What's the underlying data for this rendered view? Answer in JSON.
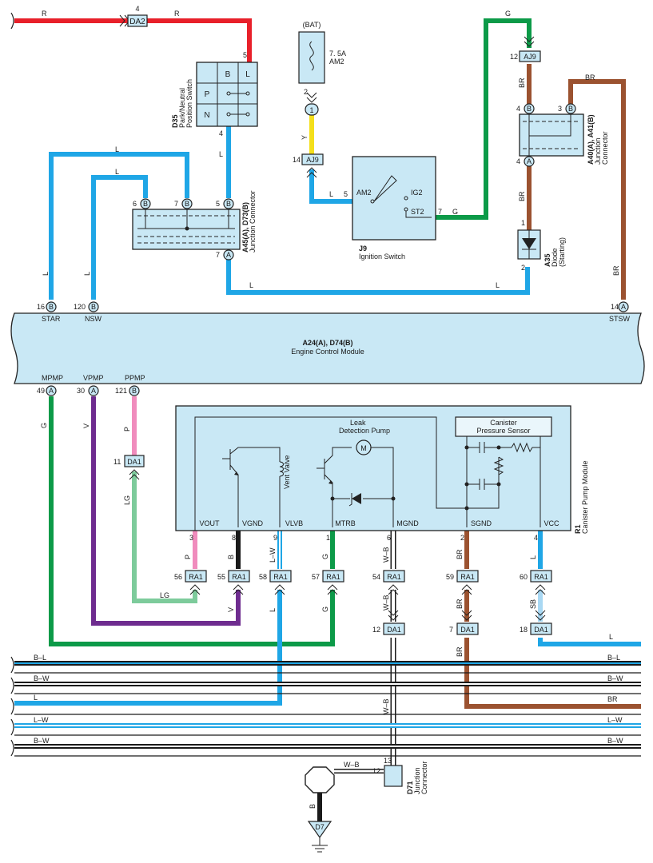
{
  "colors": {
    "R": "#e8202a",
    "G": "#0c9a48",
    "BR": "#9b5230",
    "L": "#1fa6e6",
    "Y": "#f4df1b",
    "V": "#6e2c8f",
    "P": "#f08cbd",
    "LG": "#7dcb9b",
    "B": "#1a1a1a",
    "W": "#ffffff",
    "block": "#c9e8f5"
  },
  "wire_codes": {
    "R": "R",
    "G": "G",
    "BR": "BR",
    "L": "L",
    "Y": "Y",
    "V": "V",
    "P": "P",
    "LG": "LG",
    "B": "B",
    "LW": "L–W",
    "WB": "W–B",
    "SB": "SB",
    "BL": "B–L",
    "BW": "B–W"
  },
  "connectors": {
    "DA2": "DA2",
    "AJ9": "AJ9",
    "DA1": "DA1",
    "RA1": "RA1",
    "D7": "D7",
    "bat": "(BAT)",
    "fuse_rating": "7. 5A",
    "fuse_name": "AM2"
  },
  "components": {
    "d35": {
      "id": "D35",
      "name1": "Park/Neutral",
      "name2": "Position Switch",
      "B": "B",
      "L": "L",
      "P": "P",
      "N": "N"
    },
    "a45": {
      "id": "A45(A), D73(B)",
      "name": "Junction Connector"
    },
    "j9": {
      "id": "J9",
      "name": "Ignition Switch",
      "am2": "AM2",
      "ig2": "IG2",
      "st2": "ST2"
    },
    "a40": {
      "id": "A40(A), A41(B)",
      "name1": "Junction",
      "name2": "Connector"
    },
    "a35": {
      "id": "A35",
      "name1": "Diode",
      "name2": "(Starting)"
    },
    "ecm": {
      "id": "A24(A), D74(B)",
      "name": "Engine Control Module",
      "star": "STAR",
      "nsw": "NSW",
      "stsw": "STSW",
      "mpmp": "MPMP",
      "vpmp": "VPMP",
      "ppmp": "PPMP"
    },
    "r1": {
      "id": "R1",
      "name": "Canister Pump Module",
      "leak1": "Leak",
      "leak2": "Detection Pump",
      "motor": "M",
      "sensor1": "Canister",
      "sensor2": "Pressure Sensor",
      "vent": "Vent Valve",
      "vout": "VOUT",
      "vgnd": "VGND",
      "vlvb": "VLVB",
      "mtrb": "MTRB",
      "mgnd": "MGND",
      "sgnd": "SGND",
      "vcc": "VCC"
    },
    "d71": {
      "id": "D71",
      "name1": "Junction",
      "name2": "Connector"
    }
  },
  "pins": {
    "A": "A",
    "B": "B"
  },
  "pin_numbers": [
    "1",
    "2",
    "3",
    "4",
    "5",
    "6",
    "7",
    "8",
    "9",
    "11",
    "12",
    "13",
    "14",
    "16",
    "18",
    "49",
    "54",
    "55",
    "56",
    "57",
    "58",
    "59",
    "60",
    "120",
    "121",
    "30"
  ]
}
